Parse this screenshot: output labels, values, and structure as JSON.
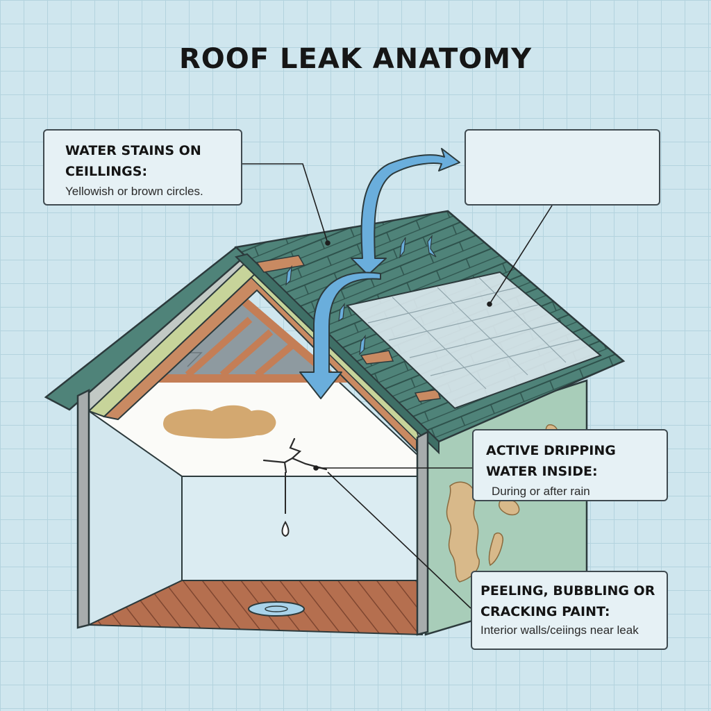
{
  "title": "ROOF LEAK ANATOMY",
  "callouts": {
    "water_stains": {
      "heading": "WATER STAINS ON CEILLINGS:",
      "detail": "Yellowish or brown circles."
    },
    "empty_label": {
      "heading": "",
      "detail": ""
    },
    "active_dripping": {
      "heading": "ACTIVE DRIPPING WATER INSIDE:",
      "detail": "During or after rain"
    },
    "peeling_paint": {
      "heading": "PEELING, BUBBLING OR CRACKING PAINT:",
      "detail": "Interior walls/ceiings near leak"
    }
  },
  "colors": {
    "background": "#cfe6ee",
    "grid": "#b3d3de",
    "shingles": "#4f8379",
    "water_arrow": "#6aaedc",
    "ceiling_stain": "#d3a870",
    "floor_wood": "#b56f4f",
    "wall_exterior": "#a8cdb9",
    "paint_damage": "#d8b98a"
  },
  "icons": [
    "water-arrow-icon",
    "raindrop-icon",
    "ceiling-crack-icon",
    "water-puddle-icon"
  ]
}
